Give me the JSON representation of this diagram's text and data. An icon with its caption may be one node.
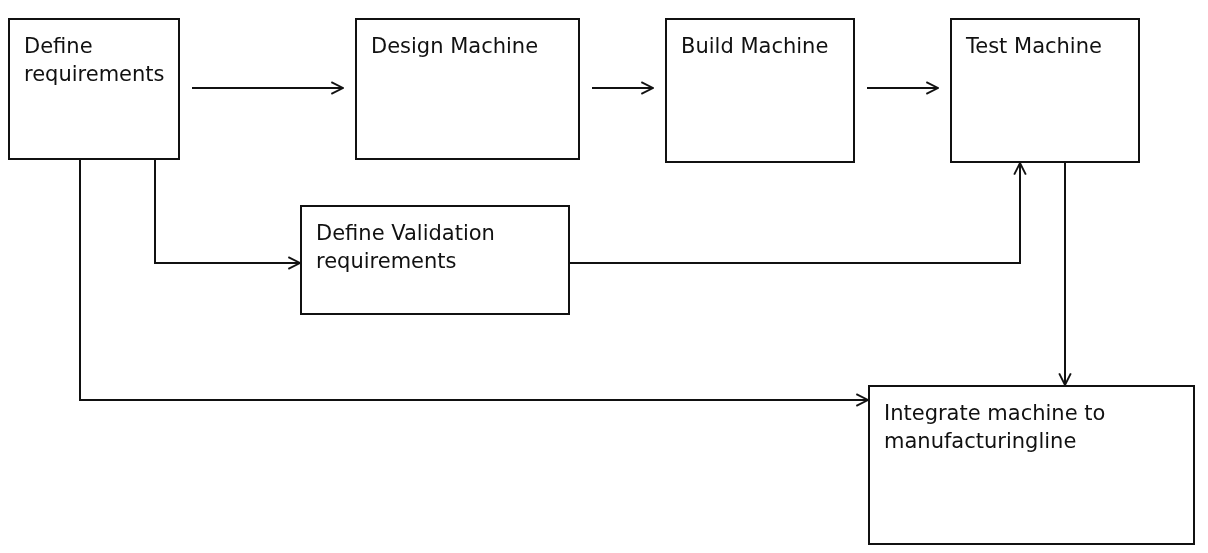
{
  "diagram": {
    "nodes": [
      {
        "text": [
          "Define requirements"
        ]
      },
      {
        "text": [
          "Design Machine"
        ]
      },
      {
        "text": [
          "Build Machine"
        ]
      },
      {
        "text": [
          "Test Machine"
        ]
      },
      {
        "text": [
          "Define Validation requirements"
        ]
      },
      {
        "text": [
          "Integrate machine to manufacturingline"
        ]
      }
    ],
    "edges": [
      {
        "from": 0,
        "to": 1,
        "arrow": "to"
      },
      {
        "from": 1,
        "to": 2,
        "arrow": "to"
      },
      {
        "from": 2,
        "to": 3,
        "arrow": "to"
      },
      {
        "from": 0,
        "to": 4,
        "arrow": "to"
      },
      {
        "from": 4,
        "to": 3,
        "arrow": "to"
      },
      {
        "from": 3,
        "to": 5,
        "arrow": "to"
      },
      {
        "from": 0,
        "to": 5,
        "arrow": "to"
      }
    ]
  }
}
